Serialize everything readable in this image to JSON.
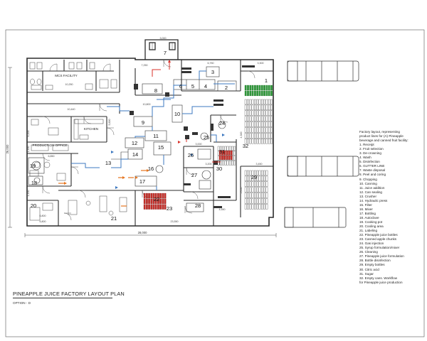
{
  "title": "PINEAPPLE JUICE FACTORY LAYOUT PLAN",
  "option": "OPTION - D",
  "legend": {
    "intro": [
      "Factory layout, representing",
      "product lines for (A) Pineapple",
      "beverage and canned fruit facility:"
    ],
    "items": [
      "1. Receipt",
      "2. Fruit selection",
      "3. De-crowning",
      "4. Wash",
      "5. Disinfection",
      "6. GUTTER LINE",
      "7. Waste disposal",
      "8. Peel and coring",
      "9. Chopping",
      "10. Canning",
      "11. Juice addition",
      "12. Can sealing",
      "13. Crusher",
      "14. Hydraulic press",
      "15. Filter",
      "16. Mixer",
      "17. Bottling",
      "18. Autoclave",
      "19. Cooking pot",
      "20. Cooling area",
      "21. Labeling",
      "22. Pineapple juice bottles",
      "23. Canned apple chunks",
      "24. Gas injection",
      "25. Syrup formulation/mixer",
      "26. Cleaning",
      "27. Pineapple juice formulation",
      "28. Bottle disinfection",
      "29. Empty bottles",
      "30. Citric acid",
      "31. Sugar",
      "32. Empty cans. Workflow",
      "for Pineapple juice production"
    ]
  },
  "rooms": {
    "mcs_facility": "MCS FACILITY",
    "kitchen": "KITCHEN",
    "production_office": "PRODUCTION OFFICE"
  },
  "numbers": [
    "1",
    "2",
    "3",
    "4",
    "5",
    "6",
    "7",
    "8",
    "9",
    "10",
    "11",
    "12",
    "13",
    "14",
    "15",
    "16",
    "17",
    "18",
    "19",
    "20",
    "21",
    "22",
    "23",
    "24",
    "25",
    "26",
    "27",
    "28",
    "29",
    "30",
    "31",
    "32"
  ],
  "dimensions": {
    "overall_width": "28,000",
    "overall_height": "26,000",
    "bottom_right": "23,550",
    "bottom_left": "6,800",
    "mcs_width": "10,250",
    "corridor": "10,440",
    "office": "6,850",
    "center": "10,800",
    "top_left": "7,250",
    "top_7": "3,000",
    "top_r": "6,750",
    "right_1": "3,300",
    "right_mid": "3,450",
    "right_v": "4,300",
    "kitchen_v": "5,800",
    "d_26": "3,000",
    "d_28": "4,550",
    "d_27": "3,200",
    "d_30": "5,650",
    "d_20": "6,800",
    "left_v1": "6,200",
    "left_v2": "1,450",
    "left_v3": "1,450"
  },
  "colors": {
    "line": "#2b2b2b",
    "flow_blue": "#3c78c0",
    "flow_red": "#d9322a",
    "flow_orange": "#e5751f",
    "crates_green": "#2f9a3a",
    "crates_red": "#c8302a"
  }
}
